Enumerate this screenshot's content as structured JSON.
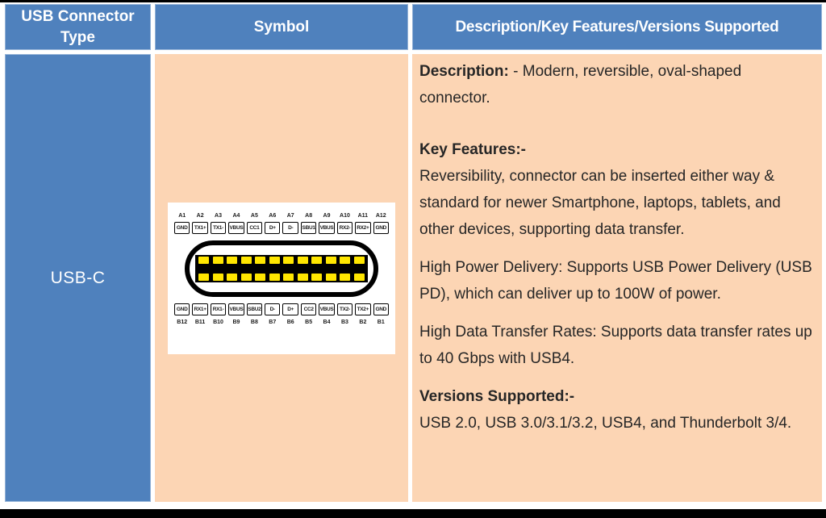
{
  "colors": {
    "header_blue": "#4f81bd",
    "cell_peach": "#fcd5b4",
    "pin_yellow": "#ffe600",
    "body_text": "#262626"
  },
  "header": {
    "col1": "USB Connector Type",
    "col2": "Symbol",
    "col3": "Description/Key Features/Versions Supported"
  },
  "row": {
    "type": "USB-C",
    "symbol": {
      "top_pin_numbers": [
        "A1",
        "A2",
        "A3",
        "A4",
        "A5",
        "A6",
        "A7",
        "A8",
        "A9",
        "A10",
        "A11",
        "A12"
      ],
      "top_pin_names": [
        "GND",
        "TX1+",
        "TX1-",
        "VBUS",
        "CC1",
        "D+",
        "D-",
        "SBU1",
        "VBUS",
        "RX2-",
        "RX2+",
        "GND"
      ],
      "bottom_pin_names": [
        "GND",
        "RX1+",
        "RX1-",
        "VBUS",
        "SBU2",
        "D-",
        "D+",
        "CC2",
        "VBUS",
        "TX2-",
        "TX2+",
        "GND"
      ],
      "bottom_pin_numbers": [
        "B12",
        "B11",
        "B10",
        "B9",
        "B8",
        "B7",
        "B6",
        "B5",
        "B4",
        "B3",
        "B2",
        "B1"
      ]
    },
    "description": {
      "desc_label": "Description:",
      "desc_text": " - Modern, reversible, oval-shaped connector.",
      "key_features_label": "Key Features:-",
      "key_features_text": "Reversibility, connector can be inserted either way & standard for newer Smartphone, laptops, tablets, and other devices, supporting data transfer.",
      "power_text": "High Power Delivery: Supports USB Power Delivery (USB PD), which can deliver up to 100W of power.",
      "data_rate_text": "High Data Transfer Rates: Supports data transfer rates up to 40 Gbps with USB4.",
      "versions_label": "Versions Supported:-",
      "versions_text": "USB 2.0, USB 3.0/3.1/3.2, USB4, and Thunderbolt 3/4."
    }
  }
}
